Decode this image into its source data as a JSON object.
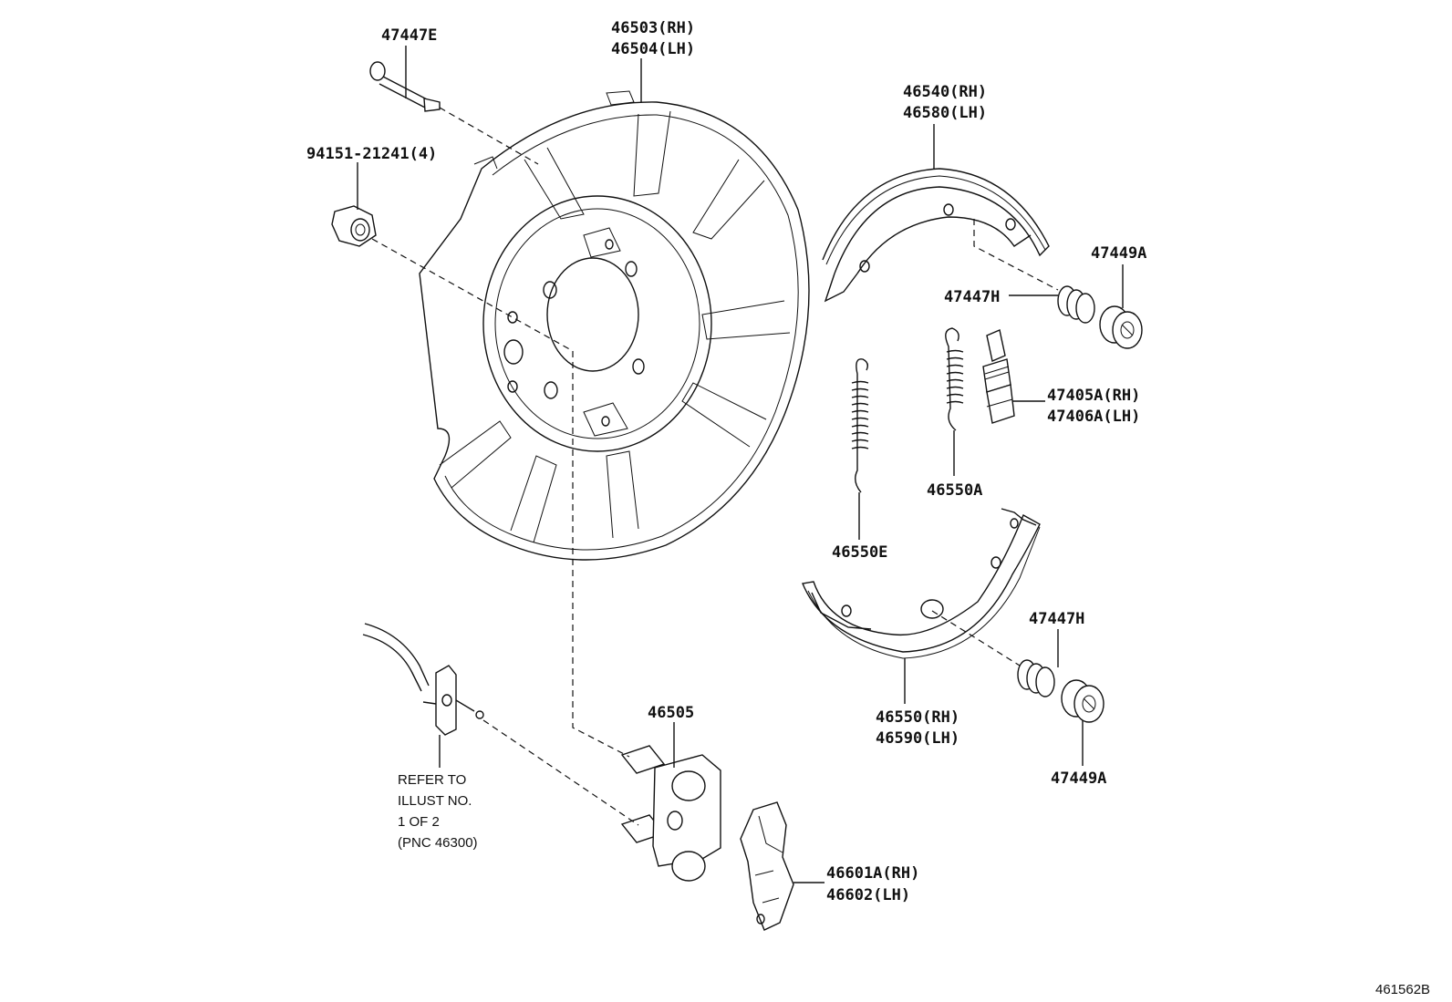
{
  "labels": {
    "l47447E": "47447E",
    "l46503": "46503(RH)",
    "l46504": "46504(LH)",
    "l94151": "94151-21241(4)",
    "l46540": "46540(RH)",
    "l46580": "46580(LH)",
    "l47449A_top": "47449A",
    "l47447H_top": "47447H",
    "l47405A": "47405A(RH)",
    "l47406A": "47406A(LH)",
    "l46550A": "46550A",
    "l46550E": "46550E",
    "l47447H_bot": "47447H",
    "l46550": "46550(RH)",
    "l46590": "46590(LH)",
    "l47449A_bot": "47449A",
    "l46505": "46505",
    "l46601A": "46601A(RH)",
    "l46602": "46602(LH)"
  },
  "note": {
    "line1": "REFER TO",
    "line2": "ILLUST NO.",
    "line3": "1 OF 2",
    "line4": "(PNC 46300)"
  },
  "figure_id": "461562B"
}
